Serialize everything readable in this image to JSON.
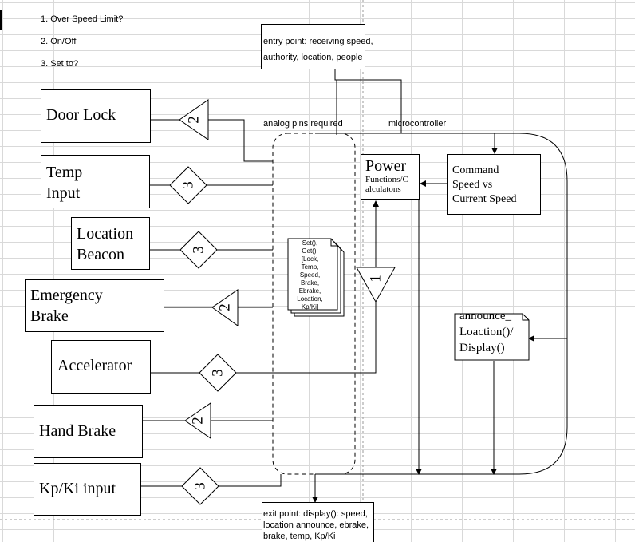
{
  "notes": [
    "1. Over Speed Limit?",
    "2. On/Off",
    "3. Set to?"
  ],
  "entry_point": "entry point: receiving speed,\nauthority, location,  people",
  "exit_point": "exit point: display(): speed,\nlocation announce, ebrake,\nbrake, temp, Kp/Ki",
  "analog_label": "analog pins required",
  "microcontroller_label": "microcontroller",
  "inputs": [
    {
      "label": "Door Lock",
      "code": "2"
    },
    {
      "label": "Temp\nInput",
      "code": "3"
    },
    {
      "label": "Location\nBeacon",
      "code": "3"
    },
    {
      "label": "Emergency\nBrake",
      "code": "2"
    },
    {
      "label": "Accelerator",
      "code": "3"
    },
    {
      "label": "Hand Brake",
      "code": "2"
    },
    {
      "label": "Kp/Ki input",
      "code": "3"
    }
  ],
  "power": {
    "title": "Power",
    "subtitle": "Functions/C\nalculatons"
  },
  "command": "Command\nSpeed vs\nCurrent Speed",
  "announce": "announce_\nLoaction()/\nDisplay()",
  "interface_doc": "Set(),\nGet():\n[Lock,\nTemp,\nSpeed,\nBrake,\nEbrake,\nLocation,\nKp/Ki]",
  "inverter_code": "1"
}
